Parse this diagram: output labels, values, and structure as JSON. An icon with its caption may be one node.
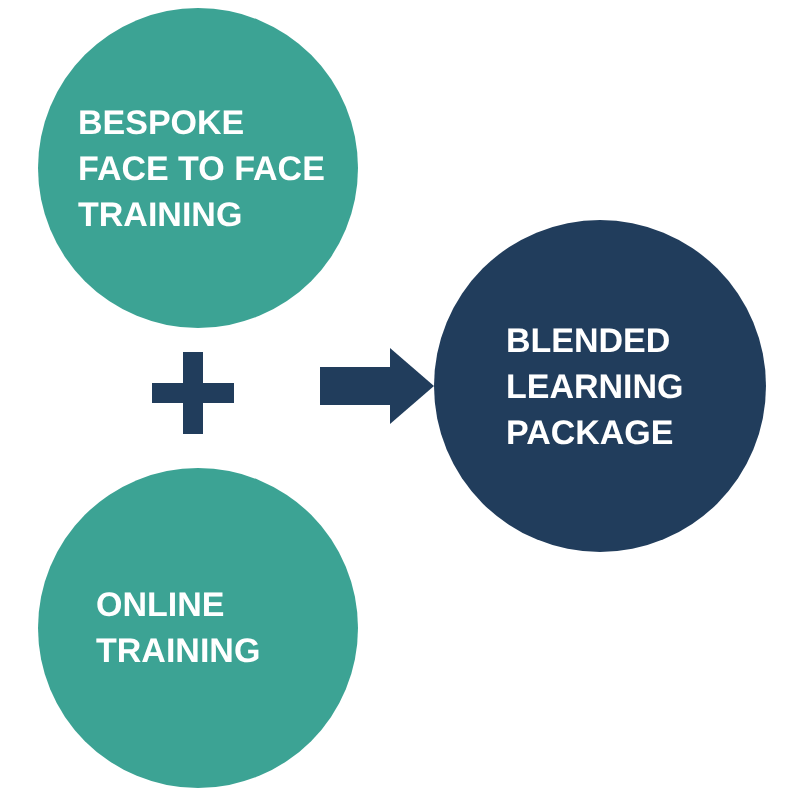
{
  "diagram": {
    "nodes": [
      {
        "text": [
          "BESPOKE FACE TO FACE TRAINING"
        ]
      },
      {
        "text": [
          "ONLINE TRAINING"
        ]
      },
      {
        "text": [
          "BLENDED LEARNING PACKAGE"
        ]
      }
    ],
    "edges": [
      {
        "from": null,
        "to": 2,
        "arrow": "to"
      }
    ]
  }
}
